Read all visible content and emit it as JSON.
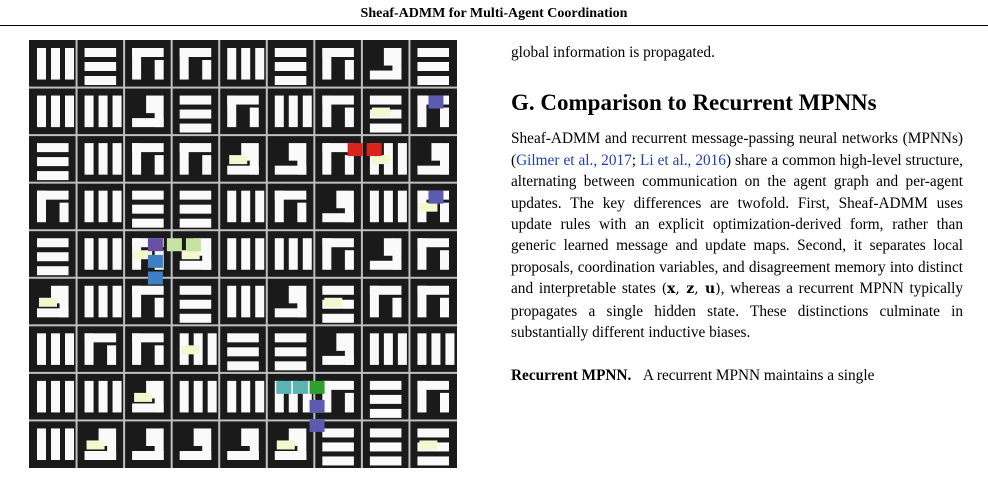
{
  "header": {
    "running_title": "Sheaf-ADMM for Multi-Agent Coordination"
  },
  "figure": {
    "description_icon": "maze-grid-figure",
    "rows": 9,
    "cols": 9,
    "colors": {
      "wall": "#1a1a1a",
      "corridor": "#fafafa",
      "line": "#bfbfbf",
      "trail": "#f5f7cf",
      "red": "#d8241b",
      "blue_dark": "#5b5bb0",
      "blue": "#3d7ec4",
      "teal": "#5ab4b4",
      "green": "#2fa02f",
      "lightgreen": "#c6e3a4",
      "purple": "#6a4fa6"
    }
  },
  "text": {
    "continuation": "global information is propagated.",
    "section_heading": "G. Comparison to Recurrent MPNNs",
    "p1_a": "Sheaf-ADMM and recurrent message-passing neural networks (MPNNs) (",
    "cite1": "Gilmer et al., 2017",
    "p1_sep": "; ",
    "cite2": "Li et al., 2016",
    "p1_b": ") share a common high-level structure, alternating between communication on the agent graph and per-agent updates. The key differences are twofold. First, Sheaf-ADMM uses update rules with an explicit optimization-derived form, rather than generic learned message and update maps. Second, it separates local proposals, coordination variables, and disagreement memory into distinct and interpretable states ",
    "math_states": "(x, z, u)",
    "p1_c": ", whereas a recurrent MPNN typically propagates a single hidden state. These distinctions culminate in substantially different inductive biases.",
    "p2_head": "Recurrent MPNN.",
    "p2_body": "A recurrent MPNN maintains a single"
  }
}
